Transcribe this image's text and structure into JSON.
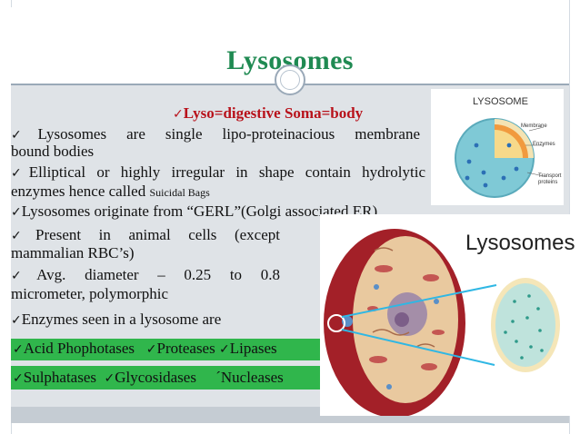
{
  "slide": {
    "title": "Lysosomes",
    "heading": "Lyso=digestive Soma=body",
    "bullet1": {
      "line1": "Lysosomes are single lipo-proteinacious membrane",
      "line2": "bound bodies"
    },
    "bullet2": {
      "line1": "Elliptical or highly irregular in shape contain hydrolytic",
      "line2a": "enzymes hence called",
      "line2b": "Suicidal Bags"
    },
    "bullet3": "Lysosomes originate from “GERL”(Golgi associated ER)",
    "bullet4": {
      "line1": "Present in animal cells (except",
      "line2": "mammalian RBC’s)"
    },
    "bullet5": {
      "line1": "Avg. diameter – 0.25 to 0.8",
      "line2": "micrometer, polymorphic"
    },
    "bullet6": "Enzymes seen in a lysosome are",
    "enzymes_row1": [
      "Acid Phophotases",
      "Proteases",
      "Lipases"
    ],
    "enzymes_row2": [
      "Sulphatases",
      "Glycosidases",
      "´Nucleases"
    ],
    "check_glyph": "✓"
  },
  "diagram_small": {
    "title": "LYSOSOME",
    "labels": [
      "Membrane",
      "Enzymes",
      "Transport proteins"
    ]
  },
  "diagram_large": {
    "title": "Lysosomes"
  },
  "colors": {
    "title_green": "#1f8a52",
    "heading_red": "#b8121b",
    "enzyme_box": "#30b64c",
    "panel": "#dfe3e7"
  }
}
